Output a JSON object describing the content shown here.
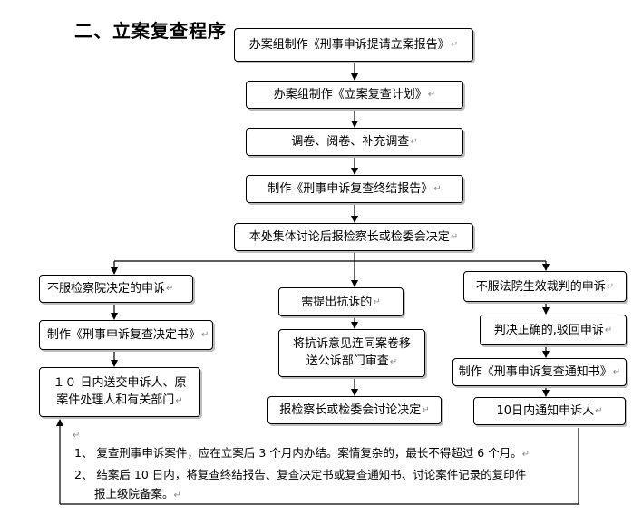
{
  "title": "二、立案复查程序",
  "return_mark": "↵",
  "main_steps": [
    "办案组制作《刑事申诉提请立案报告》",
    "办案组制作《立案复查计划》",
    "调卷、阅卷、补充调查",
    "制作《刑事申诉复查终结报告》",
    "本处集体讨论后报检察长或检委会决定"
  ],
  "branches": {
    "left": [
      "不服检察院决定的申诉",
      "制作《刑事申诉复查决定书》",
      "10日内送交申诉人、原案件处理人和有关部门"
    ],
    "left_line2": [
      "１０ 日内送交申诉人、原",
      "案件处理人和有关部门"
    ],
    "middle": [
      "需提出抗诉的",
      "将抗诉意见连同案卷移送公诉部门审查",
      "报检察长或检委会讨论决定"
    ],
    "middle_line2": [
      "将抗诉意见连同案卷移",
      "送公诉部门审查"
    ],
    "right": [
      "不服法院生效裁判的申诉",
      "判决正确的,驳回申诉",
      "制作《刑事申诉复查通知书》",
      "10日内通知申诉人"
    ]
  },
  "notes": [
    "1、 复查刑事申诉案件，应在立案后 3 个月内办结。案情复杂的，最长不得超过 6 个月。",
    "2、 结案后 10 日内，将复查终结报告、复查决定书或复查通知书、讨论案件记录的复印件",
    "报上级院备案。"
  ]
}
